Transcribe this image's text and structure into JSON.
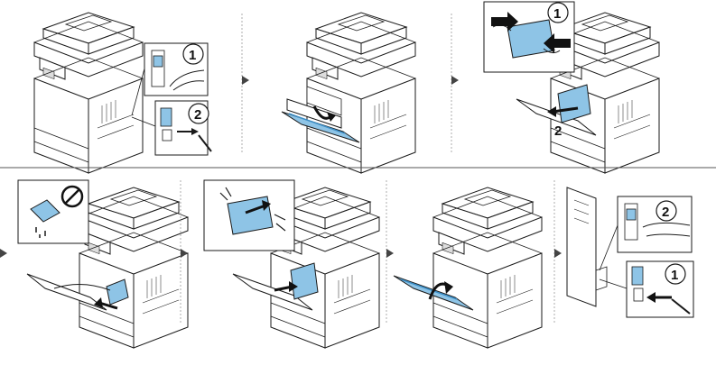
{
  "colors": {
    "line": "#1a1a1a",
    "accent_blue": "#3d8fc7",
    "accent_blue_light": "#8ec4e6",
    "divider": "#9a9a9a",
    "step_arrow": "#444444"
  },
  "top_row": {
    "panel1": {
      "callout_a": "1",
      "callout_b": "2"
    },
    "panel3": {
      "callout_a": "1",
      "callout_b": "2"
    }
  },
  "bottom_row": {
    "panel7": {
      "callout_a": "2",
      "callout_b": "1"
    }
  },
  "icons": {
    "prohibited": "no-symbol-icon",
    "step": "triangle-right-icon"
  }
}
